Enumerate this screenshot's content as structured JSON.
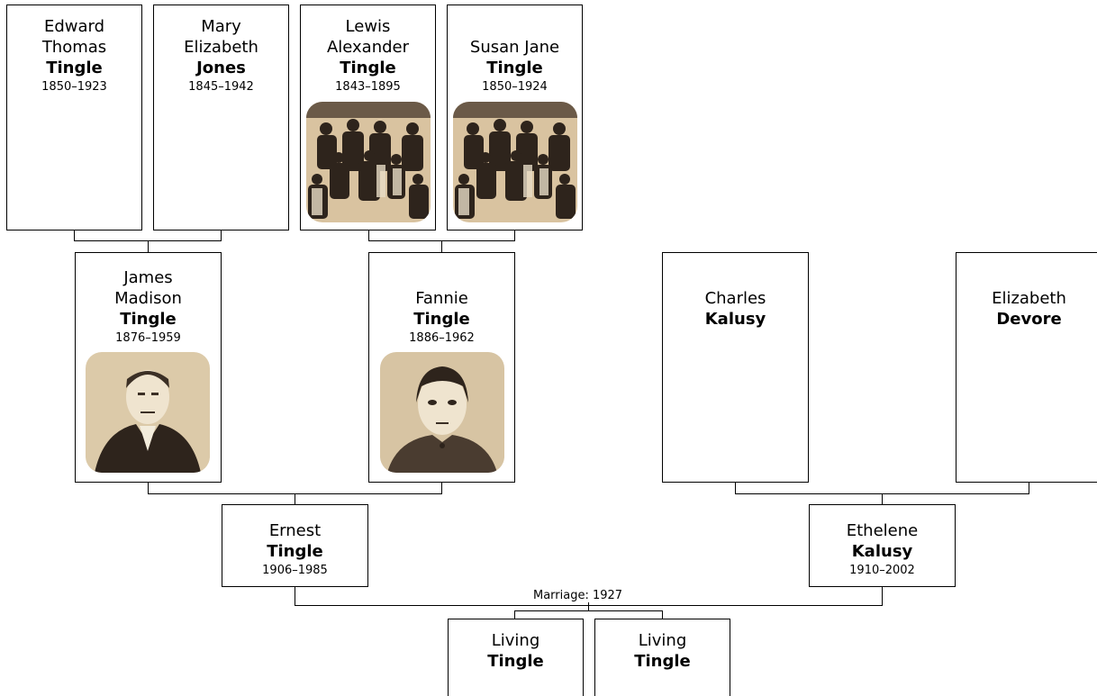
{
  "people": {
    "edward": {
      "given": "Edward\nThomas",
      "surname": "Tingle",
      "dates": "1850–1923"
    },
    "mary": {
      "given": "Mary\nElizabeth",
      "surname": "Jones",
      "dates": "1845–1942"
    },
    "lewis": {
      "given": "Lewis\nAlexander",
      "surname": "Tingle",
      "dates": "1843–1895"
    },
    "susan": {
      "given": "Susan Jane",
      "surname": "Tingle",
      "dates": "1850–1924"
    },
    "james": {
      "given": "James\nMadison",
      "surname": "Tingle",
      "dates": "1876–1959"
    },
    "fannie": {
      "given": "Fannie",
      "surname": "Tingle",
      "dates": "1886–1962"
    },
    "charles": {
      "given": "Charles",
      "surname": "Kalusy"
    },
    "elizabeth": {
      "given": "Elizabeth",
      "surname": "Devore"
    },
    "ernest": {
      "given": "Ernest",
      "surname": "Tingle",
      "dates": "1906–1985"
    },
    "ethelene": {
      "given": "Ethelene",
      "surname": "Kalusy",
      "dates": "1910–2002"
    },
    "child1": {
      "given": "Living",
      "surname": "Tingle"
    },
    "child2": {
      "given": "Living",
      "surname": "Tingle"
    }
  },
  "marriage": {
    "label": "Marriage: 1927"
  },
  "colors": {
    "line": "#000000",
    "photo_sepia": "#d9c3a0",
    "photo_dark": "#3b2f25"
  }
}
